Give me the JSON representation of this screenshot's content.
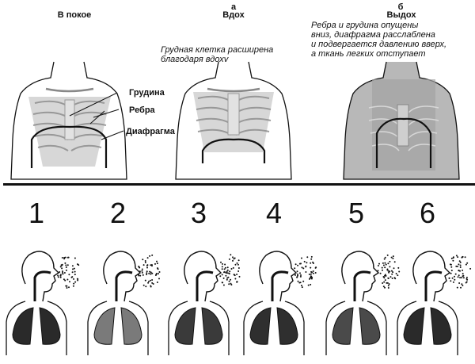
{
  "top_panel": {
    "columns": [
      {
        "letter": "",
        "title": "В покое"
      },
      {
        "letter": "а",
        "title": "Вдох"
      },
      {
        "letter": "б",
        "title": "Выдох"
      }
    ],
    "caption_inhale": [
      "Грудная клетка расширена",
      "благодаря вдоху"
    ],
    "caption_exhale": [
      "Ребра и грудина опущены",
      "вниз, диафрагма расслаблена",
      "и подвергается давлению вверх,",
      "а ткань легких отступает"
    ],
    "labels": {
      "sternum": "Грудина",
      "ribs": "Ребра",
      "diaphragm": "Диафрагма"
    }
  },
  "bottom_panel": {
    "numbers": [
      "1",
      "2",
      "3",
      "4",
      "5",
      "6"
    ]
  },
  "colors": {
    "ink": "#111111",
    "shade": "#bdbdbd",
    "shade_dark": "#a3a3a3",
    "background": "#ffffff"
  }
}
